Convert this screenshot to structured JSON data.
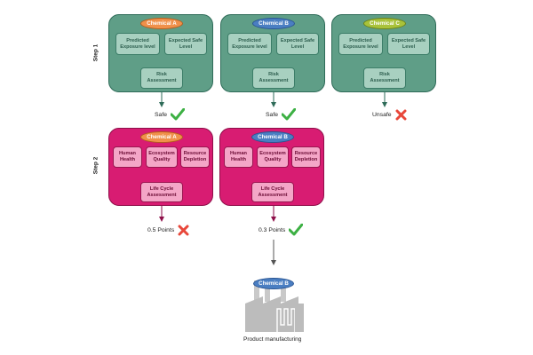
{
  "step_labels": {
    "step1": "Step 1",
    "step2": "Step 2"
  },
  "step1": {
    "chemicals": [
      "Chemical A",
      "Chemical B",
      "Chemical C"
    ],
    "box_predicted": "Predicted Exposure level",
    "box_safe_level": "Expected Safe Level",
    "box_risk": "Risk Assessment",
    "results": [
      "Safe",
      "Safe",
      "Unsafe"
    ]
  },
  "step2": {
    "chemicals": [
      "Chemical A",
      "Chemical B"
    ],
    "box_human": "Human Health",
    "box_ecosystem": "Ecosystem Quality",
    "box_resource": "Resource Depletion",
    "box_lca": "Life Cycle Assessment",
    "results": [
      "0.5 Points",
      "0.3 Points"
    ]
  },
  "manufacturing": {
    "chemical": "Chemical B",
    "caption": "Product manufacturing"
  },
  "colors": {
    "step1_panel": "#5f9e87",
    "step2_panel": "#d81c72",
    "chemical_a": "#f0904a",
    "chemical_b": "#4a7ec2",
    "chemical_c": "#a9c23a",
    "check": "#3cb043",
    "cross": "#e8473a"
  },
  "icons": {
    "safe": "check-icon",
    "unsafe": "cross-icon",
    "factory": "factory-icon"
  }
}
